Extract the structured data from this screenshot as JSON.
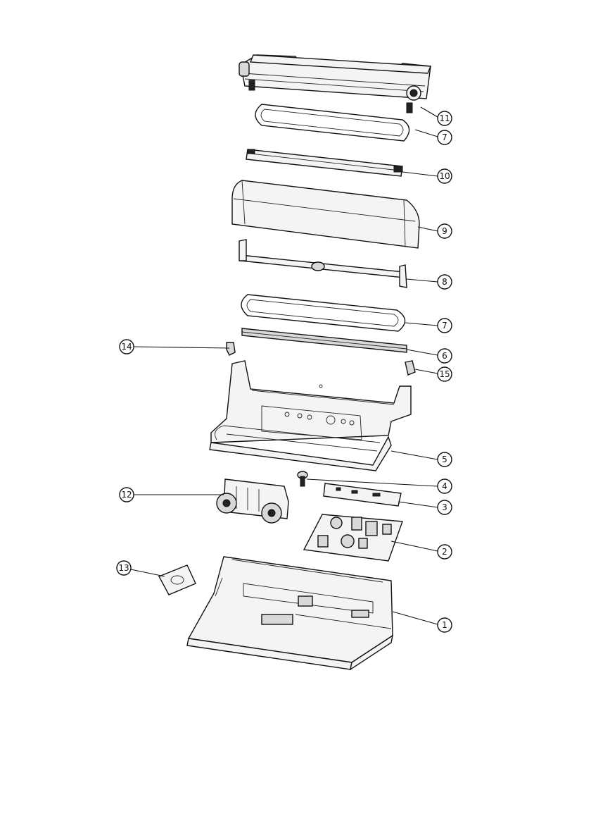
{
  "callouts": [
    {
      "id": "c1",
      "label": "1"
    },
    {
      "id": "c2",
      "label": "2"
    },
    {
      "id": "c3",
      "label": "3"
    },
    {
      "id": "c4",
      "label": "4"
    },
    {
      "id": "c5",
      "label": "5"
    },
    {
      "id": "c6",
      "label": "6"
    },
    {
      "id": "c7a",
      "label": "7"
    },
    {
      "id": "c7b",
      "label": "7"
    },
    {
      "id": "c8",
      "label": "8"
    },
    {
      "id": "c9",
      "label": "9"
    },
    {
      "id": "c10",
      "label": "10"
    },
    {
      "id": "c11",
      "label": "11"
    },
    {
      "id": "c12",
      "label": "12"
    },
    {
      "id": "c13",
      "label": "13"
    },
    {
      "id": "c14",
      "label": "14"
    },
    {
      "id": "c15",
      "label": "15"
    }
  ]
}
